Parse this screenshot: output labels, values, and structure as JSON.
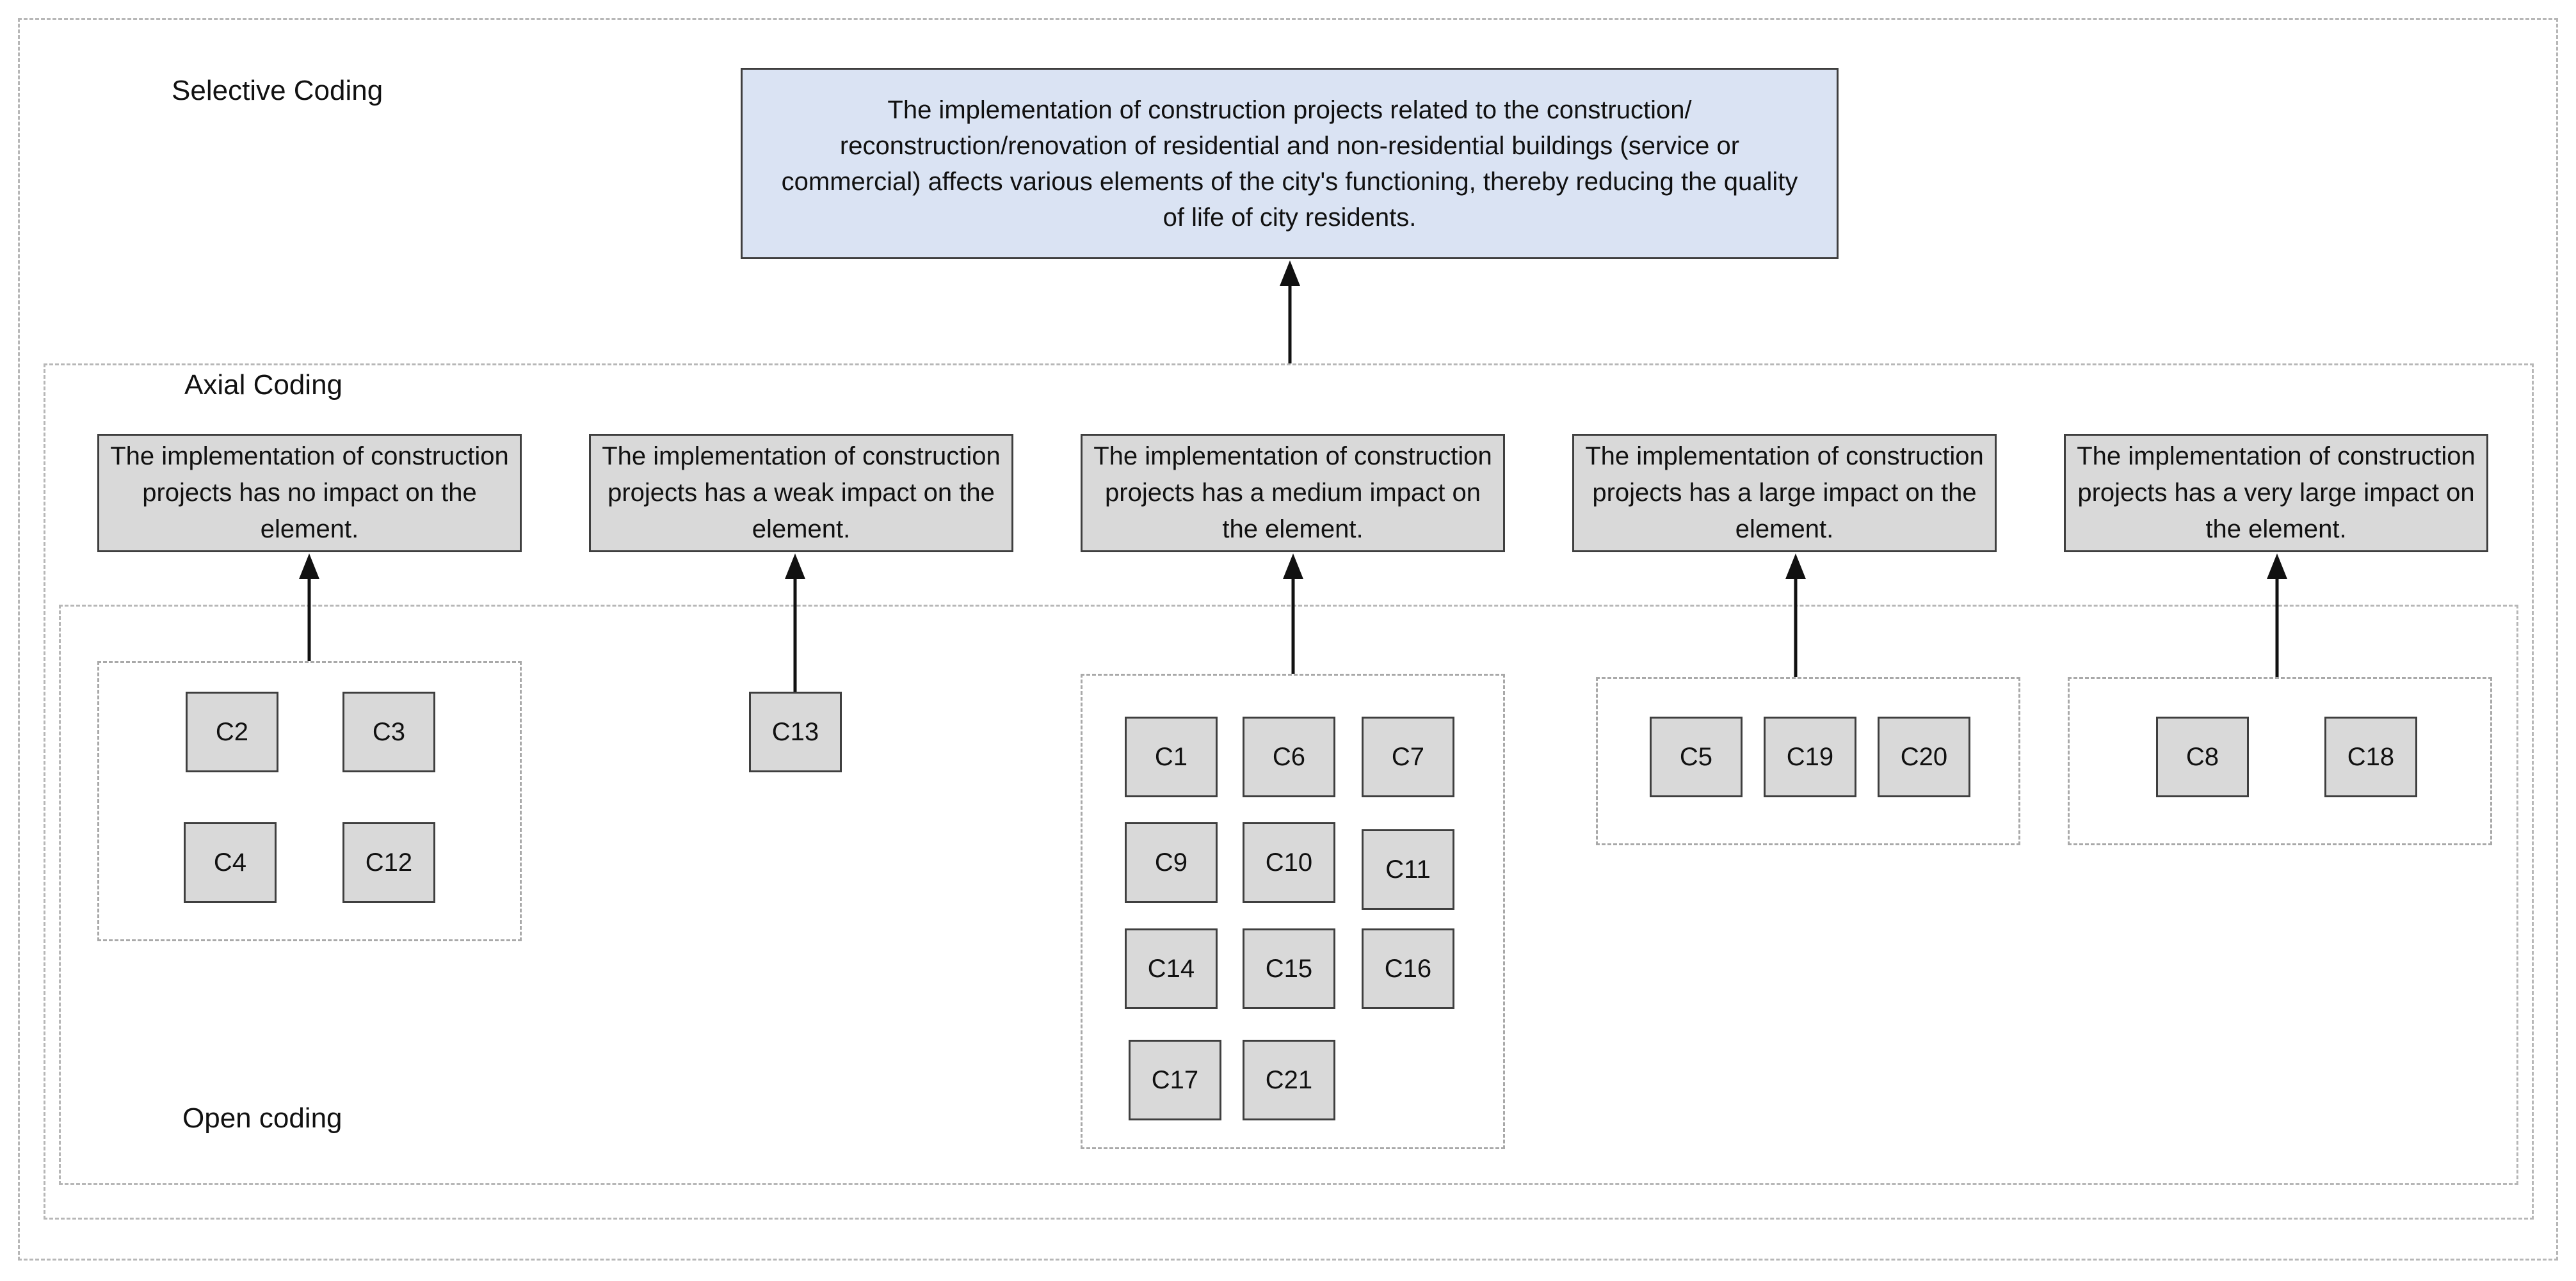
{
  "levels": {
    "selective": "Selective Coding",
    "axial": "Axial Coding",
    "open": "Open coding"
  },
  "core_category": {
    "text": "The implementation of construction projects related to the construction/ reconstruction/renovation of residential and non-residential buildings (service or commercial) affects various elements of the city's functioning, thereby reducing the quality of life of city residents.",
    "color": "#dae3f3"
  },
  "axial_categories": [
    {
      "text": "The implementation of construction projects has no impact on the element.",
      "codes": [
        "C2",
        "C3",
        "C4",
        "C12"
      ]
    },
    {
      "text": "The implementation of construction projects has a weak impact on the element.",
      "codes": [
        "C13"
      ]
    },
    {
      "text": "The implementation of construction projects has a medium impact on the element.",
      "codes": [
        "C1",
        "C6",
        "C7",
        "C9",
        "C10",
        "C11",
        "C14",
        "C15",
        "C16",
        "C17",
        "C21"
      ]
    },
    {
      "text": "The implementation of construction projects has a large impact on the element.",
      "codes": [
        "C5",
        "C19",
        "C20"
      ]
    },
    {
      "text": "The implementation of construction projects has a very large impact on the element.",
      "codes": [
        "C8",
        "C18"
      ]
    }
  ],
  "colors": {
    "axial_fill": "#d9d9d9",
    "code_fill": "#d9d9d9",
    "border": "#3f3f3f"
  }
}
